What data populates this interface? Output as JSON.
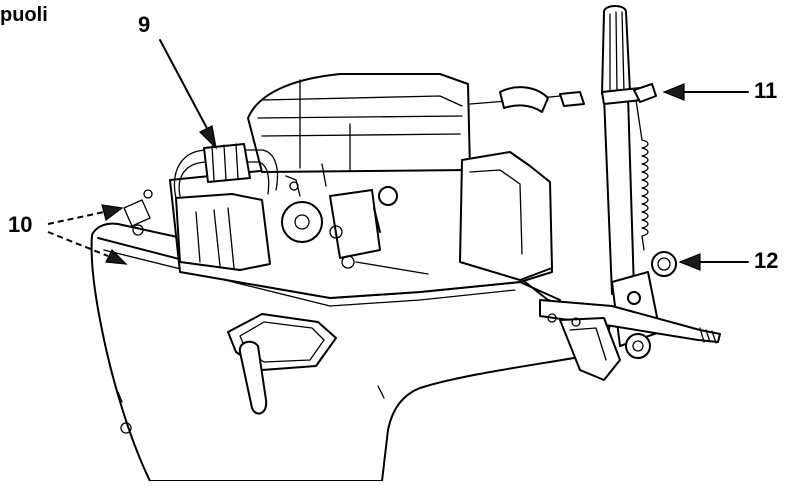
{
  "header": {
    "partial_word": "puoli"
  },
  "callouts": {
    "c9": "9",
    "c10": "10",
    "c11": "11",
    "c12": "12"
  }
}
